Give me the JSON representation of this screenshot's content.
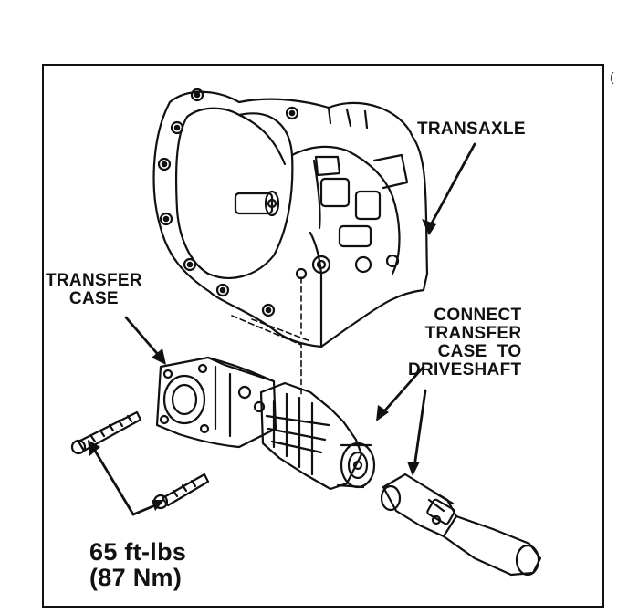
{
  "labels": {
    "transaxle": "TRANSAXLE",
    "transfer_case_line1": "TRANSFER",
    "transfer_case_line2": "CASE",
    "connect_line1": "CONNECT",
    "connect_line2": "TRANSFER",
    "connect_line3": "CASE  TO",
    "connect_line4": "DRIVESHAFT",
    "torque_line1": "65 ft-lbs",
    "torque_line2": "(87 Nm)"
  },
  "stray_glyph": "(",
  "colors": {
    "ink": "#111111",
    "paper": "#ffffff"
  }
}
